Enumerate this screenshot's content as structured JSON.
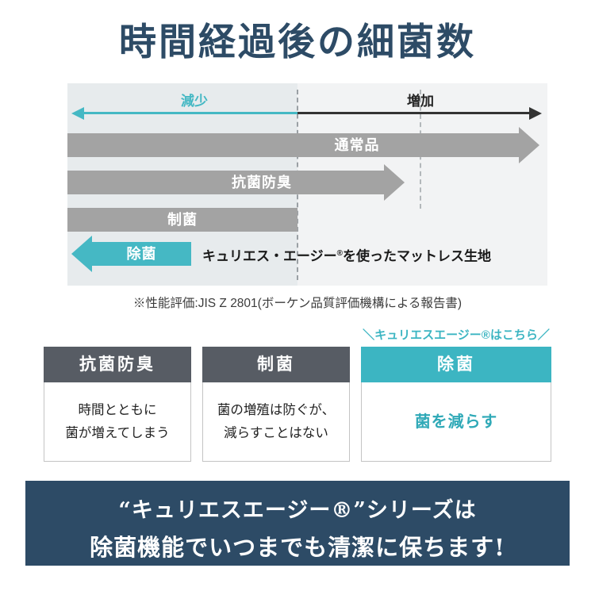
{
  "title": "時間経過後の細菌数",
  "chart": {
    "decrease_label": "減少",
    "increase_label": "増加",
    "bars": [
      {
        "label": "通常品",
        "direction": "right"
      },
      {
        "label": "抗菌防臭",
        "direction": "right"
      },
      {
        "label": "制菌",
        "direction": "none"
      },
      {
        "label": "除菌",
        "direction": "left",
        "annotation_pre": "キュリエス・エージー",
        "annotation_reg": "®",
        "annotation_post": "を使ったマットレス生地"
      }
    ],
    "note": "※性能評価:JIS Z 2801(ボーケン品質評価機構による報告書)"
  },
  "cards": [
    {
      "header": "抗菌防臭",
      "line1": "時間とともに",
      "line2": "菌が増えてしまう"
    },
    {
      "header": "制菌",
      "line1": "菌の増殖は防ぐが、",
      "line2": "減らすことはない"
    },
    {
      "header": "除菌",
      "callout": "＼キュリエスエージー®はこちら／",
      "body": "菌を減らす"
    }
  ],
  "banner": {
    "line1": "“キュリエスエージー®”シリーズは",
    "line2": "除菌機能でいつまでも清潔に保ちます!"
  },
  "colors": {
    "navy": "#2d4b66",
    "teal": "#45b8c4",
    "bar_gray": "#a3a3a3",
    "header_gray": "#575c64"
  }
}
